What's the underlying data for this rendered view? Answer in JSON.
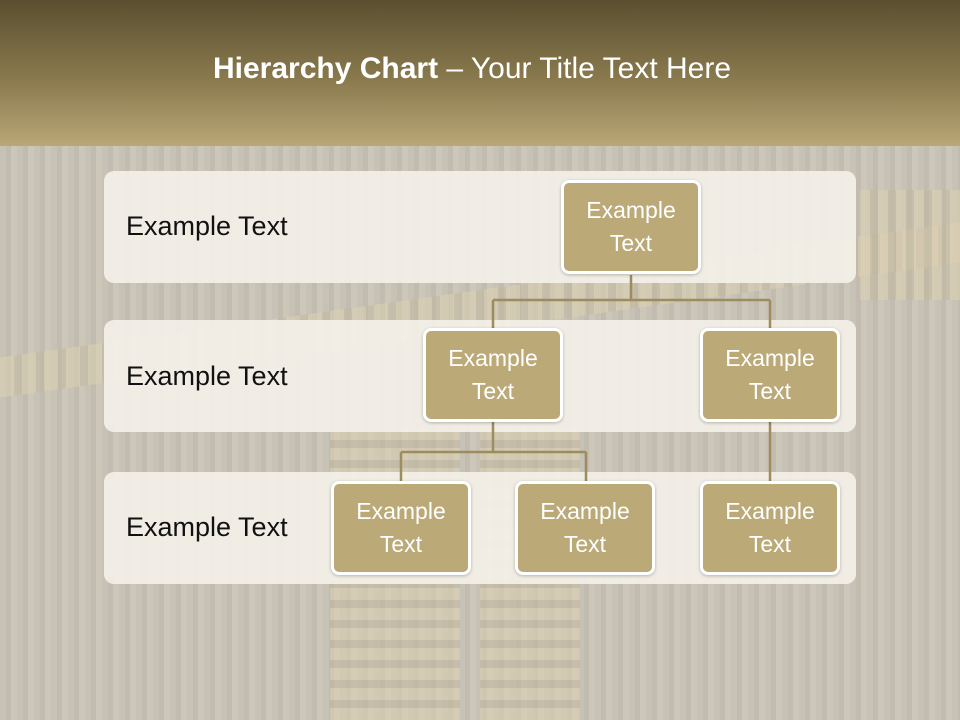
{
  "slide": {
    "title_bold": "Hierarchy Chart",
    "title_rest": " – Your Title Text Here"
  },
  "rows": [
    {
      "label": "Example Text"
    },
    {
      "label": "Example Text"
    },
    {
      "label": "Example Text"
    }
  ],
  "nodes": {
    "root": {
      "line1": "Example",
      "line2": "Text"
    },
    "level2_left": {
      "line1": "Example",
      "line2": "Text"
    },
    "level2_right": {
      "line1": "Example",
      "line2": "Text"
    },
    "level3_a": {
      "line1": "Example",
      "line2": "Text"
    },
    "level3_b": {
      "line1": "Example",
      "line2": "Text"
    },
    "level3_c": {
      "line1": "Example",
      "line2": "Text"
    }
  },
  "colors": {
    "header_dark": "#5a4f30",
    "header_light": "#b9a776",
    "node_fill": "#bba977",
    "connector": "#9c8c5e",
    "band": "#f3f0e8"
  }
}
